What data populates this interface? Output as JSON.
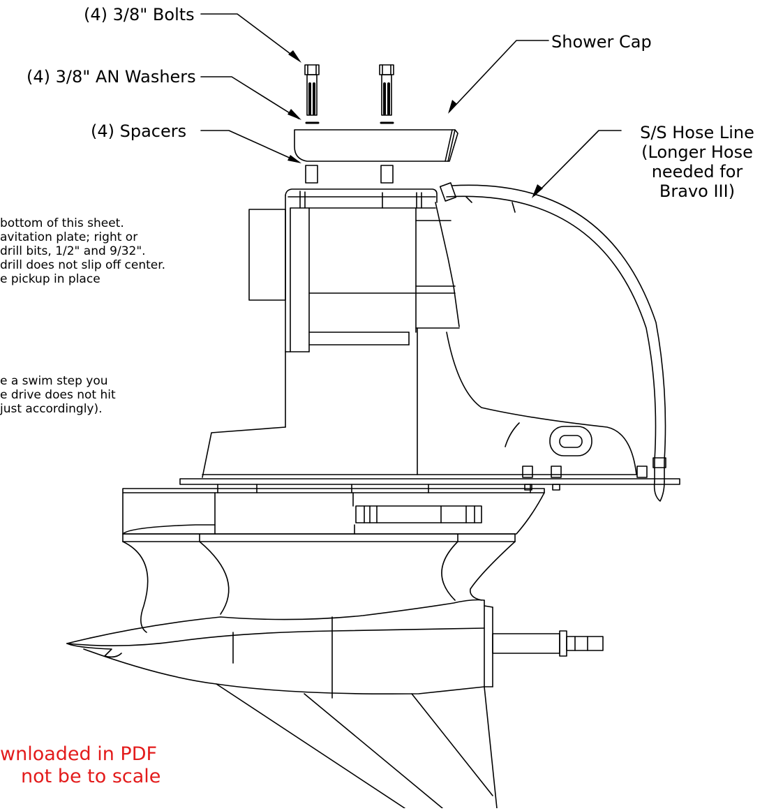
{
  "callouts": {
    "bolts": "(4) 3/8\" Bolts",
    "washers": "(4) 3/8\" AN Washers",
    "spacers": "(4) Spacers",
    "shower_cap": "Shower Cap",
    "hose_line_1": "S/S Hose Line",
    "hose_line_2": "(Longer Hose",
    "hose_line_3": "needed for",
    "hose_line_4": "Bravo III)"
  },
  "instructions": {
    "line1": "bottom of this sheet.",
    "line2": "avitation plate; right or",
    "line3": "drill bits, 1/2\" and 9/32\".",
    "line4": "drill does not slip off center.",
    "line5": "e pickup in place",
    "line6": "e a swim step you",
    "line7": "e drive does not hit",
    "line8": "just  accordingly)."
  },
  "notice": {
    "line1": "wnloaded in PDF",
    "line2": "not be to scale"
  },
  "colors": {
    "ink": "#000000",
    "notice": "#e31b1b",
    "background": "#ffffff"
  }
}
